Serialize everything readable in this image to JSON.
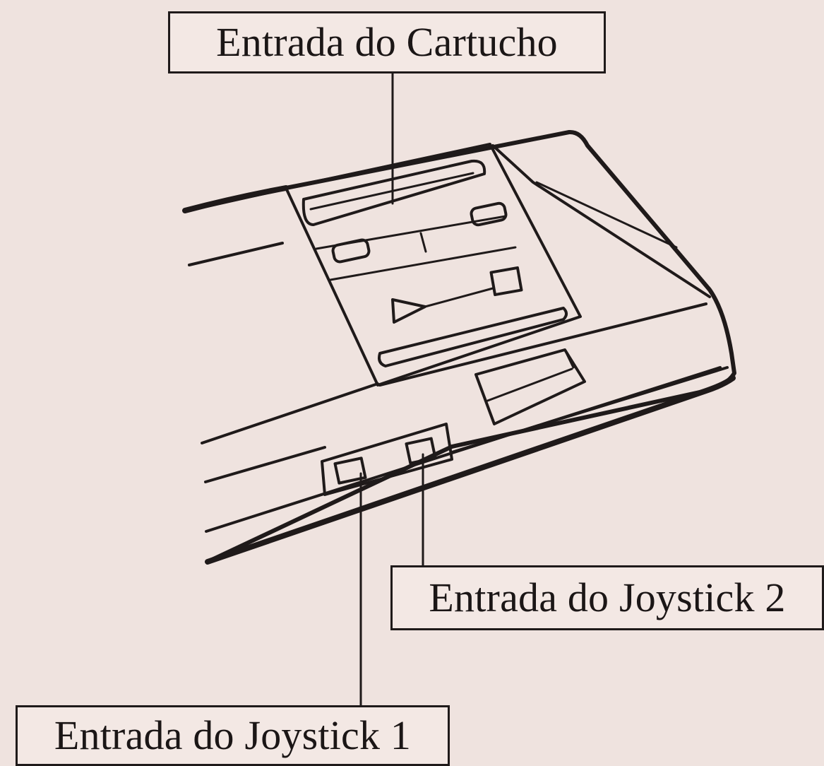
{
  "labels": {
    "cartridge_slot": "Entrada do Cartucho",
    "joystick_2_port": "Entrada do Joystick 2",
    "joystick_1_port": "Entrada do Joystick 1"
  },
  "colors": {
    "background": "#efe3df",
    "ink": "#1f1a1a",
    "label_fill": "#f3e8e4"
  }
}
